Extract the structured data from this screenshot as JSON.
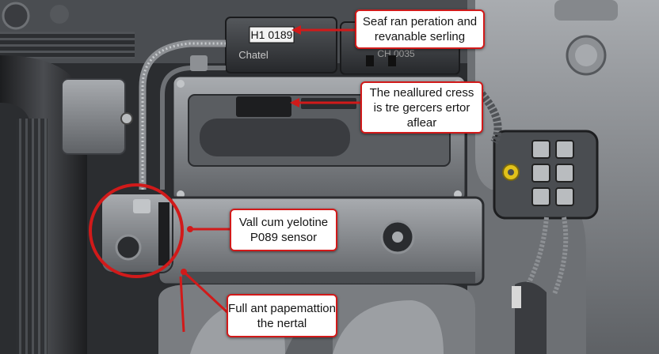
{
  "image": {
    "subject": "engine bay close-up with annotated callouts",
    "palette": {
      "background": "#2b2d30",
      "metal_light": "#9c9fa3",
      "metal_mid": "#6e7175",
      "metal_dark": "#3a3c40",
      "callout_border": "#d11a1a",
      "callout_fill": "#ffffff",
      "fuse_yellow": "#e2c21a"
    }
  },
  "labels": {
    "relay_code": "H1 0189",
    "relay_brand": "Chatel",
    "relay_right_code": "CH 0035"
  },
  "callouts": [
    {
      "id": "top-right",
      "lines": [
        "Seaf ran peration and",
        "revanable serling"
      ]
    },
    {
      "id": "middle-right",
      "lines": [
        "The neallured cress",
        "is tre gercers ertor",
        "aflear"
      ]
    },
    {
      "id": "sensor",
      "lines": [
        "Vall cum yelotine",
        "P089 sensor"
      ]
    },
    {
      "id": "bottom",
      "lines": [
        "Full ant papemattion",
        "the nertal"
      ]
    }
  ]
}
